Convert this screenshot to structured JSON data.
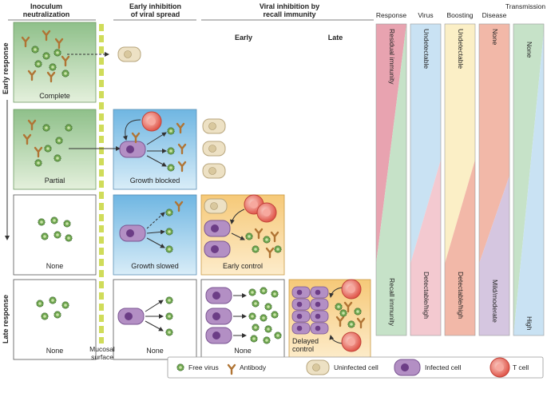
{
  "headers": {
    "col1": [
      "Inoculum",
      "neutralization"
    ],
    "col2": [
      "Early inhibition",
      "of viral spread"
    ],
    "col3": [
      "Viral inhibition by",
      "recall immunity"
    ],
    "early": "Early",
    "late": "Late"
  },
  "row_labels": {
    "early": "Early response",
    "late": "Late response"
  },
  "panel_labels": {
    "complete": "Complete",
    "partial": "Partial",
    "none_row3": "None",
    "none_row4": "None",
    "growth_blocked": "Growth blocked",
    "growth_slowed": "Growth slowed",
    "none_col2_row4": "None",
    "early_control": "Early control",
    "none_col3_row4": "None",
    "delayed_control": [
      "Delayed",
      "control"
    ]
  },
  "mucosal": [
    "Mucosal",
    "surface"
  ],
  "outcome_columns": [
    {
      "name": "Response",
      "top": "Residual immunity",
      "bottom": "Recall immunity",
      "top_color": "#e8a3b0",
      "bottom_color": "#c6e2c8"
    },
    {
      "name": "Virus",
      "top": "Undetectable",
      "bottom": "Detectable/high",
      "top_color": "#c9e2f3",
      "bottom_color": "#f3c9d0"
    },
    {
      "name": "Boosting",
      "top": "Undetectable",
      "bottom": "Detectable/high",
      "top_color": "#fbefc6",
      "bottom_color": "#f2b8a8"
    },
    {
      "name": "Disease",
      "top": "None",
      "bottom": "Mild/moderate",
      "top_color": "#f2b8a8",
      "bottom_color": "#d5c6e0"
    },
    {
      "name": "Transmission",
      "top": "None",
      "bottom": "High",
      "top_color": "#c6e2c8",
      "bottom_color": "#c9e2f3"
    }
  ],
  "legend": {
    "free_virus": "Free virus",
    "antibody": "Antibody",
    "uninfected_cell": "Uninfected cell",
    "infected_cell": "Infected cell",
    "t_cell": "T cell"
  },
  "colors": {
    "green_panel": "#cfe3c4",
    "blue_panel": "#a9d4ee",
    "orange_panel": "#fbe0a8",
    "antibody": "#b57a3a",
    "uninfected": "#e8dcc0",
    "infected": "#a47cb7",
    "tcell": "#e8665a",
    "virus": "#5e9a4a",
    "mucosa": "#d0dc5a"
  }
}
